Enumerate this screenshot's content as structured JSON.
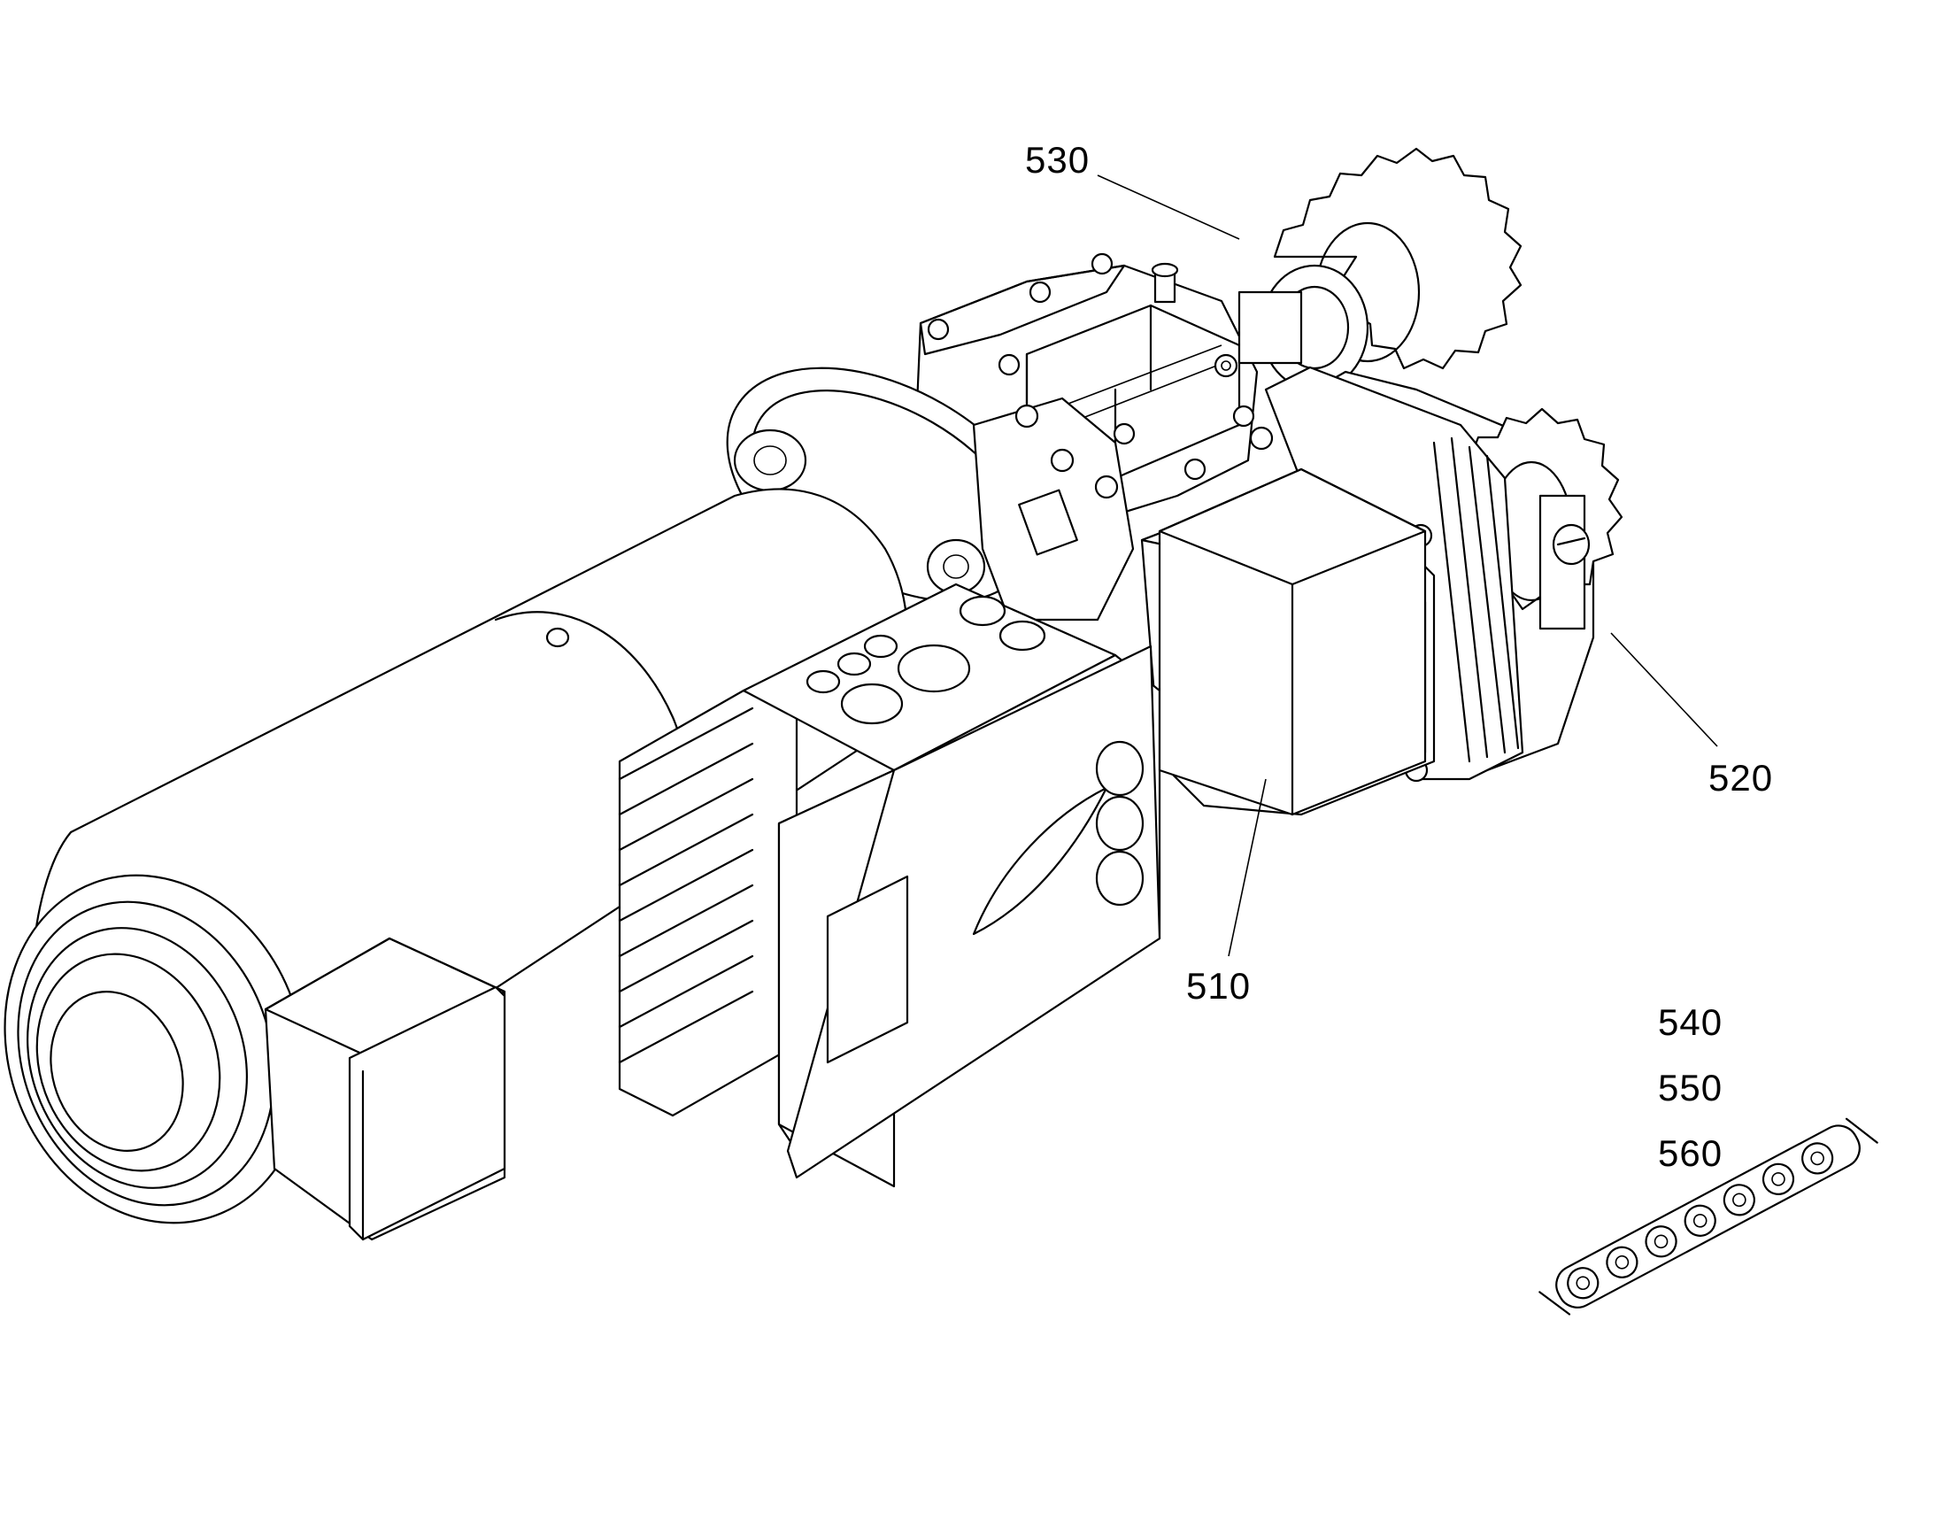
{
  "labels": {
    "motor_assembly": "510",
    "sprocket_lower": "520",
    "sprocket_upper": "530",
    "chain_a": "540",
    "chain_b": "550",
    "chain_c": "560"
  }
}
